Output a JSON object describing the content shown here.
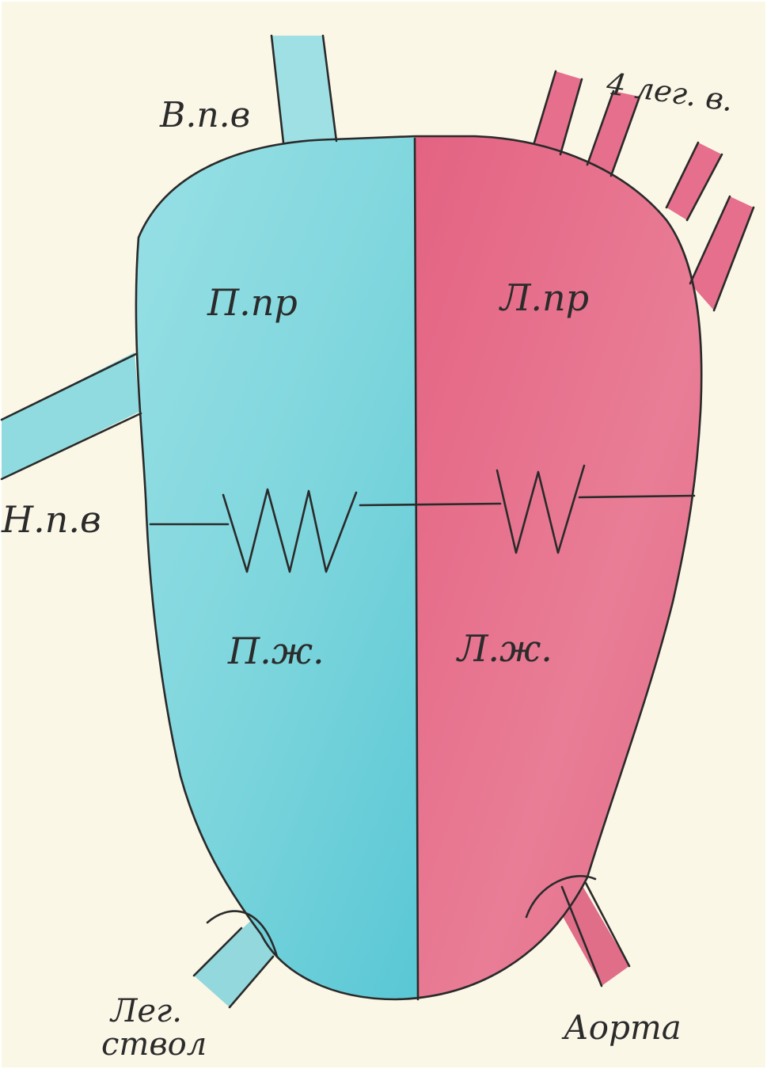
{
  "diagram": {
    "labels": {
      "svc": "В.п.в",
      "ivc": "Н.п.в",
      "pulm_veins": "4 лег. в.",
      "right_atrium": "П.пр",
      "left_atrium": "Л.пр",
      "right_ventricle": "П.ж.",
      "left_ventricle": "Л.ж.",
      "pulm_trunk_line1": "Лег.",
      "pulm_trunk_line2": "ствол",
      "aorta": "Аорта"
    },
    "colors": {
      "paper": "#fbf7e7",
      "venous_blue": "#82d9df",
      "arterial_red": "#e35f80",
      "outline": "#2a2a2a"
    }
  }
}
